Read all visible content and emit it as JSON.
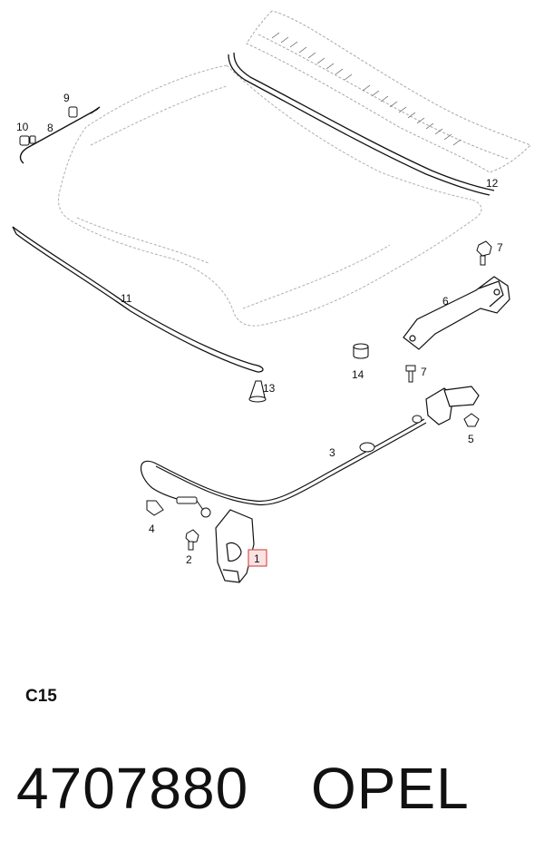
{
  "diagram": {
    "callouts": [
      "1",
      "2",
      "3",
      "4",
      "5",
      "6",
      "7",
      "7",
      "8",
      "9",
      "10",
      "11",
      "12",
      "13",
      "14"
    ],
    "section_code": "C15",
    "part_number": "4707880",
    "brand": "OPEL"
  },
  "colors": {
    "ink": "#111111",
    "hood_outline": "#b8b8b8",
    "highlight": "#d9534f",
    "highlight_fill": "#fbe3e3"
  }
}
